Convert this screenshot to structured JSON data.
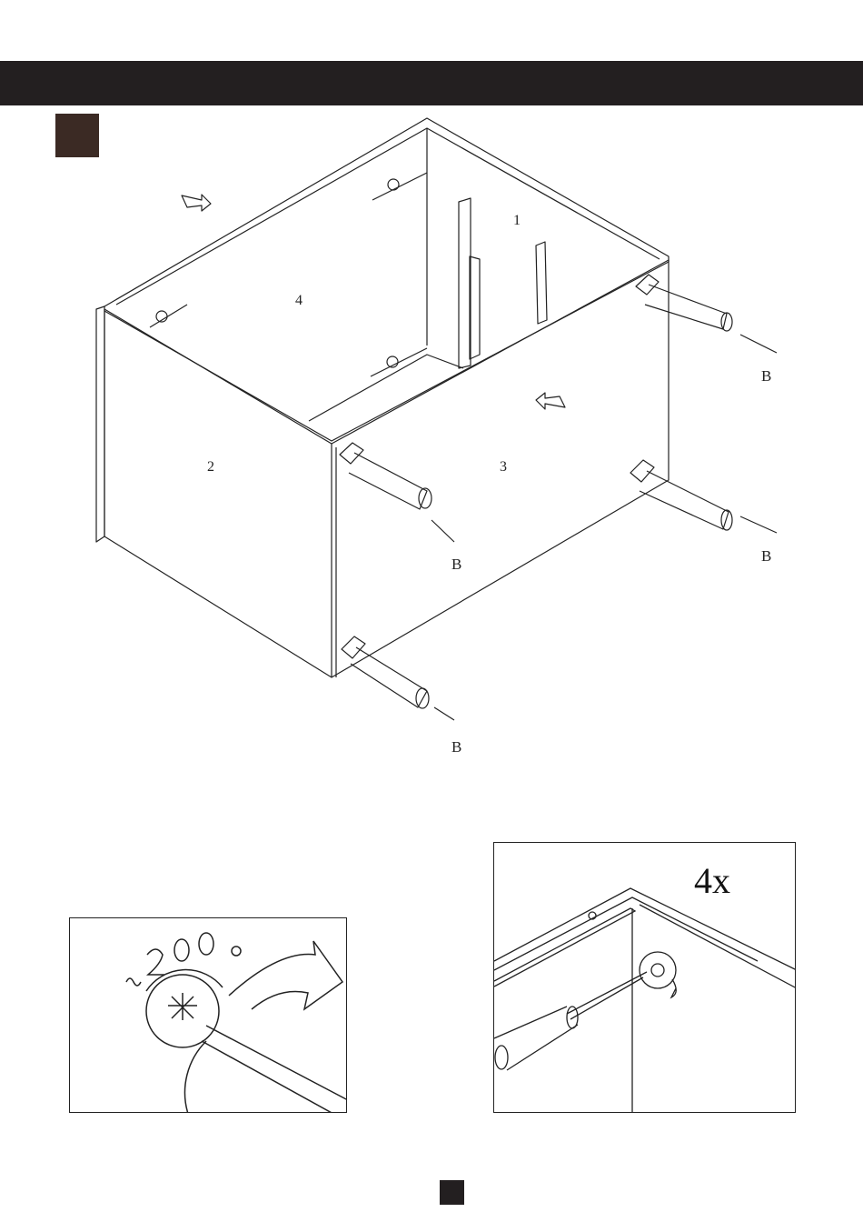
{
  "panels": {
    "p1": "1",
    "p2": "2",
    "p3": "3",
    "p4": "4"
  },
  "screw_labels": [
    "B",
    "B",
    "B",
    "B"
  ],
  "detail_right": {
    "quantity": "4x"
  },
  "colors": {
    "header": "#231f20",
    "step_box": "#3b2a24",
    "line": "#222222"
  }
}
